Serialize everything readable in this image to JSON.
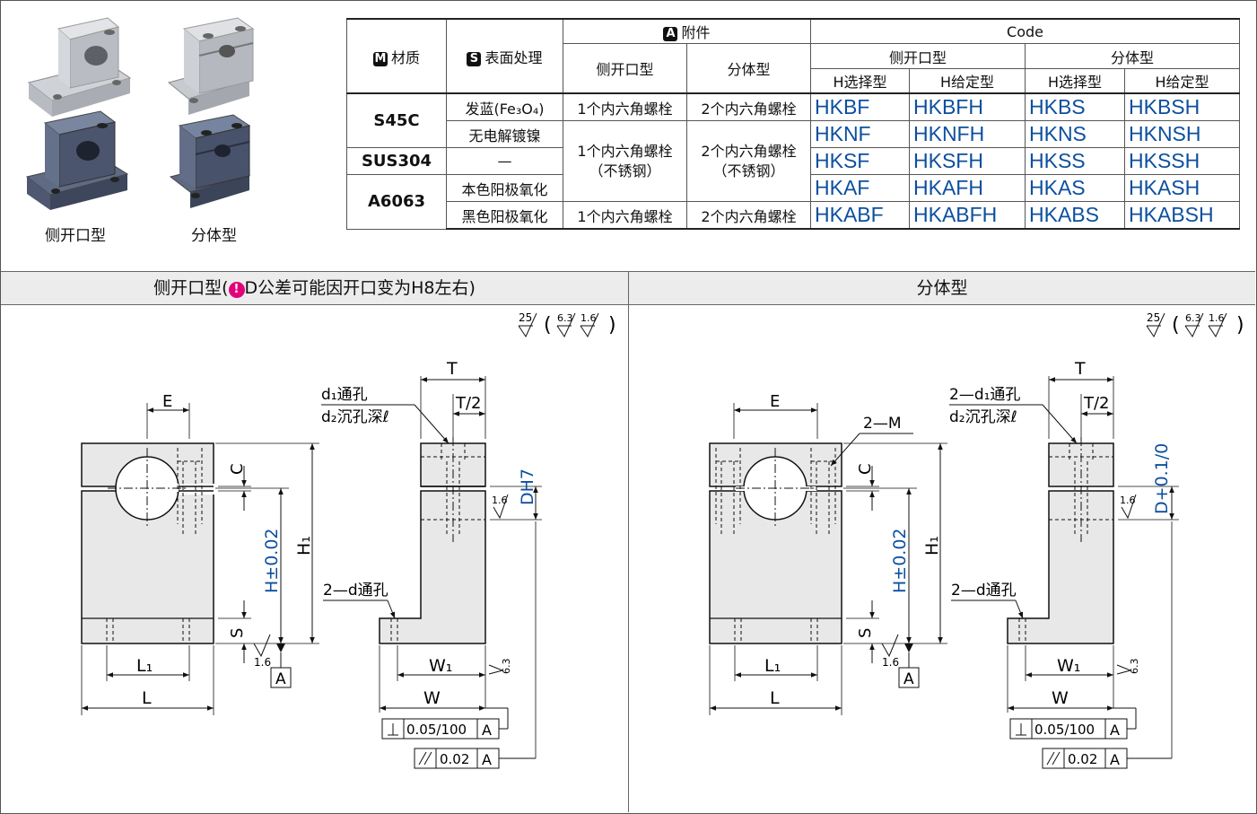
{
  "photos": {
    "side_open_label": "侧开口型",
    "split_label": "分体型"
  },
  "table": {
    "col_material": "材质",
    "col_material_badge": "M",
    "col_surface": "表面处理",
    "col_surface_badge": "S",
    "col_accessory": "附件",
    "col_accessory_badge": "A",
    "col_code": "Code",
    "sub_side_open": "侧开口型",
    "sub_split": "分体型",
    "h_select": "H选择型",
    "h_given": "H给定型",
    "rows": [
      {
        "material": "S45C",
        "surface": "发蓝(Fe₃O₄)",
        "acc_side": "1个内六角螺栓",
        "acc_split": "2个内六角螺栓",
        "codes": [
          "HKBF",
          "HKBFH",
          "HKBS",
          "HKBSH"
        ]
      },
      {
        "material": "",
        "surface": "无电解镀镍",
        "acc_side": "1个内六角螺栓\n（不锈钢）",
        "acc_split": "2个内六角螺栓\n（不锈钢）",
        "codes": [
          "HKNF",
          "HKNFH",
          "HKNS",
          "HKNSH"
        ]
      },
      {
        "material": "SUS304",
        "surface": "—",
        "codes": [
          "HKSF",
          "HKSFH",
          "HKSS",
          "HKSSH"
        ]
      },
      {
        "material": "A6063",
        "surface": "本色阳极氧化",
        "codes": [
          "HKAF",
          "HKAFH",
          "HKAS",
          "HKASH"
        ]
      },
      {
        "material": "",
        "surface": "黑色阳极氧化",
        "acc_side": "1个内六角螺栓",
        "acc_split": "2个内六角螺栓",
        "codes": [
          "HKABF",
          "HKABFH",
          "HKABS",
          "HKABSH"
        ]
      }
    ]
  },
  "sections": {
    "left_title": "侧开口型(",
    "left_note": "D公差可能因开口变为H8左右)",
    "warn_icon": "!",
    "right_title": "分体型"
  },
  "drawing": {
    "roughness_main": "25",
    "roughness_a": "6.3",
    "roughness_b": "1.6",
    "dim_E": "E",
    "dim_C": "C",
    "dim_H_tol": "H±0.02",
    "dim_H1": "H₁",
    "dim_S": "S",
    "dim_L1": "L₁",
    "dim_L": "L",
    "dim_T": "T",
    "dim_T2": "T/2",
    "dim_W1": "W₁",
    "dim_W": "W",
    "dim_D_left": "DH7",
    "dim_D_right": "D+0.1/0",
    "hole_left_1": "d₁通孔",
    "hole_left_2": "d₂沉孔深ℓ",
    "hole_right_1": "2—d₁通孔",
    "hole_right_2": "d₂沉孔深ℓ",
    "hole_base": "2—d通孔",
    "thread_label": "2—M",
    "datum": "A",
    "fine_roughness": "1.6",
    "perp_tol": "0.05/100",
    "parallel_tol": "0.02"
  }
}
